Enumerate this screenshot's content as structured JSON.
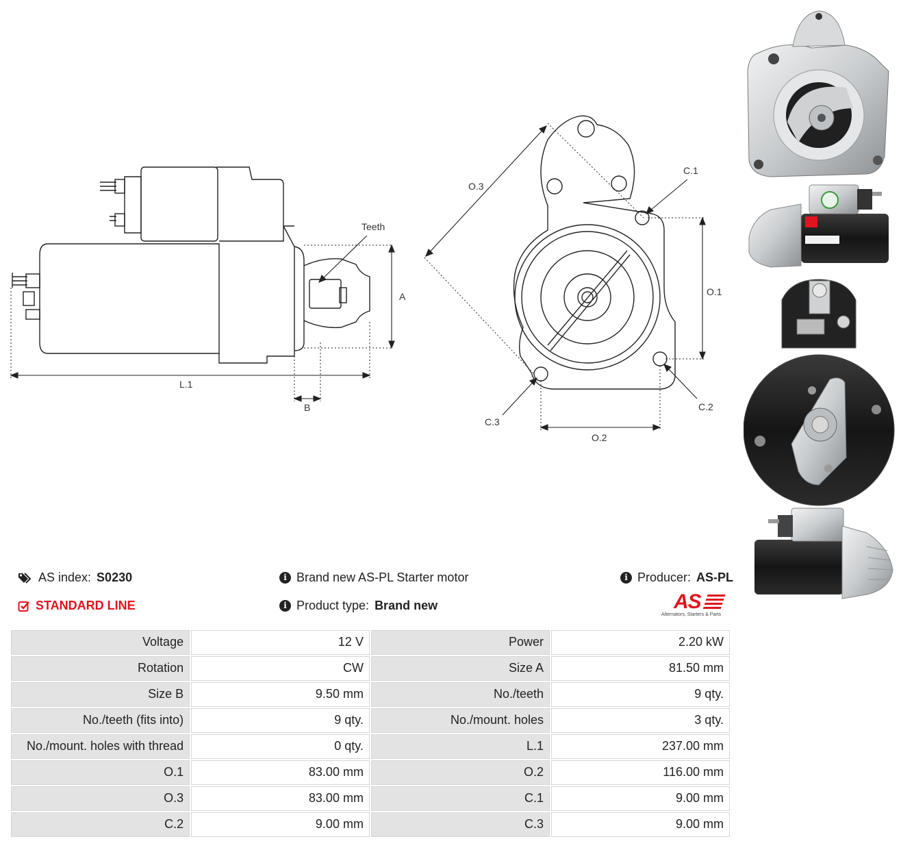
{
  "diagram": {
    "labels": {
      "teeth": "Teeth",
      "a": "A",
      "b": "B",
      "l1": "L.1",
      "o1": "O.1",
      "o2": "O.2",
      "o3": "O.3",
      "c1": "C.1",
      "c2": "C.2",
      "c3": "C.3"
    }
  },
  "info": {
    "as_index_label": "AS index:",
    "as_index_value": "S0230",
    "line": "STANDARD LINE",
    "description": "Brand new AS-PL Starter motor",
    "product_type_label": "Product type:",
    "product_type_value": "Brand new",
    "producer_label": "Producer:",
    "producer_value": "AS-PL",
    "logo_mark": "AS",
    "logo_tagline": "Alternators, Starters & Parts"
  },
  "specs": [
    [
      {
        "label": "Voltage",
        "value": "12 V"
      },
      {
        "label": "Power",
        "value": "2.20 kW"
      }
    ],
    [
      {
        "label": "Rotation",
        "value": "CW"
      },
      {
        "label": "Size A",
        "value": "81.50 mm"
      }
    ],
    [
      {
        "label": "Size B",
        "value": "9.50 mm"
      },
      {
        "label": "No./teeth",
        "value": "9 qty."
      }
    ],
    [
      {
        "label": "No./teeth (fits into)",
        "value": "9 qty."
      },
      {
        "label": "No./mount. holes",
        "value": "3 qty."
      }
    ],
    [
      {
        "label": "No./mount. holes with thread",
        "value": "0 qty."
      },
      {
        "label": "L.1",
        "value": "237.00 mm"
      }
    ],
    [
      {
        "label": "O.1",
        "value": "83.00 mm"
      },
      {
        "label": "O.2",
        "value": "116.00 mm"
      }
    ],
    [
      {
        "label": "O.3",
        "value": "83.00 mm"
      },
      {
        "label": "C.1",
        "value": "9.00 mm"
      }
    ],
    [
      {
        "label": "C.2",
        "value": "9.00 mm"
      },
      {
        "label": "C.3",
        "value": "9.00 mm"
      }
    ]
  ],
  "colors": {
    "accent_red": "#e1141f",
    "label_cell_bg": "#e3e3e3",
    "motor_body": "#1e1e1e",
    "housing_silver": "#cfd2d4"
  },
  "icons": {
    "as_index": "tags-icon",
    "line": "check-square-icon",
    "info": "info-circle-icon"
  }
}
